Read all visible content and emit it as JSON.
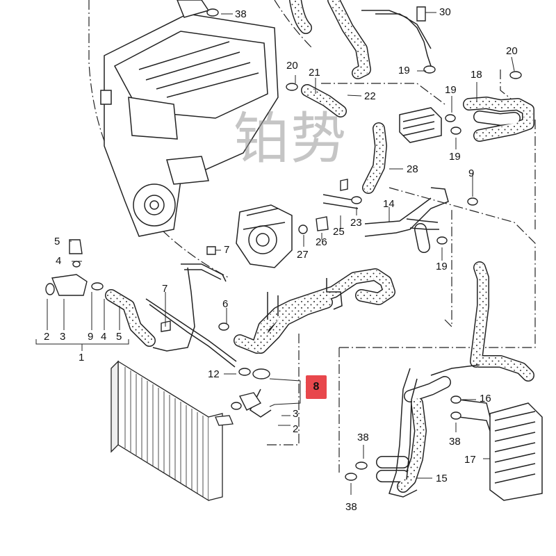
{
  "callouts": [
    {
      "id": "c38a",
      "text": "38"
    },
    {
      "id": "c30",
      "text": "30"
    },
    {
      "id": "c20a",
      "text": "20"
    },
    {
      "id": "c21",
      "text": "21"
    },
    {
      "id": "c22",
      "text": "22"
    },
    {
      "id": "c19a",
      "text": "19"
    },
    {
      "id": "c20b",
      "text": "20"
    },
    {
      "id": "c18",
      "text": "18"
    },
    {
      "id": "c19b",
      "text": "19"
    },
    {
      "id": "c19c",
      "text": "19"
    },
    {
      "id": "c28",
      "text": "28"
    },
    {
      "id": "c9a",
      "text": "9"
    },
    {
      "id": "c14",
      "text": "14"
    },
    {
      "id": "c23",
      "text": "23"
    },
    {
      "id": "c25",
      "text": "25"
    },
    {
      "id": "c26",
      "text": "26"
    },
    {
      "id": "c27",
      "text": "27"
    },
    {
      "id": "c19d",
      "text": "19"
    },
    {
      "id": "c5a",
      "text": "5"
    },
    {
      "id": "c4a",
      "text": "4"
    },
    {
      "id": "c7a",
      "text": "7"
    },
    {
      "id": "c7b",
      "text": "7"
    },
    {
      "id": "c6",
      "text": "6"
    },
    {
      "id": "c2a",
      "text": "2"
    },
    {
      "id": "c3a",
      "text": "3"
    },
    {
      "id": "c9b",
      "text": "9"
    },
    {
      "id": "c4b",
      "text": "4"
    },
    {
      "id": "c5b",
      "text": "5"
    },
    {
      "id": "c1",
      "text": "1"
    },
    {
      "id": "c12",
      "text": "12"
    },
    {
      "id": "c3b",
      "text": "3"
    },
    {
      "id": "c2b",
      "text": "2"
    },
    {
      "id": "c16",
      "text": "16"
    },
    {
      "id": "c38b",
      "text": "38"
    },
    {
      "id": "c38c",
      "text": "38"
    },
    {
      "id": "c17",
      "text": "17"
    },
    {
      "id": "c15",
      "text": "15"
    },
    {
      "id": "c38d",
      "text": "38"
    }
  ],
  "highlight": {
    "text": "8",
    "color": "#e8474c"
  },
  "watermark": "铂势",
  "colors": {
    "line": "#222222",
    "hose_fill": "#ffffff",
    "dots": "#333333"
  }
}
